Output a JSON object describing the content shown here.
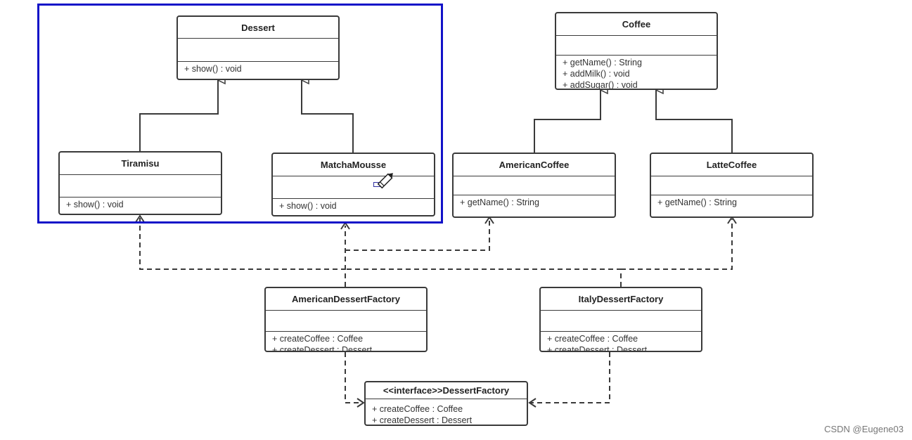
{
  "classes": {
    "dessert": {
      "name": "Dessert",
      "ops": [
        "+ show() : void"
      ]
    },
    "coffee": {
      "name": "Coffee",
      "ops": [
        "+ getName() : String",
        "+ addMilk() : void",
        "+ addSugar() : void"
      ]
    },
    "tiramisu": {
      "name": "Tiramisu",
      "ops": [
        "+ show() : void"
      ]
    },
    "matcha": {
      "name": "MatchaMousse",
      "ops": [
        "+ show() : void"
      ]
    },
    "american_coffee": {
      "name": "AmericanCoffee",
      "ops": [
        "+ getName() : String"
      ]
    },
    "latte_coffee": {
      "name": "LatteCoffee",
      "ops": [
        "+ getName() : String"
      ]
    },
    "american_factory": {
      "name": "AmericanDessertFactory",
      "ops": [
        "+ createCoffee : Coffee",
        "+ createDessert : Dessert"
      ]
    },
    "italy_factory": {
      "name": "ItalyDessertFactory",
      "ops": [
        "+ createCoffee : Coffee",
        "+ createDessert : Dessert"
      ]
    },
    "dessert_factory": {
      "name": "<<interface>>DessertFactory",
      "ops": [
        "+ createCoffee : Coffee",
        "+ createDessert : Dessert"
      ]
    }
  },
  "watermark": "CSDN @Eugene03",
  "colors": {
    "highlight": "#1212c8",
    "line": "#3a3a3a"
  }
}
